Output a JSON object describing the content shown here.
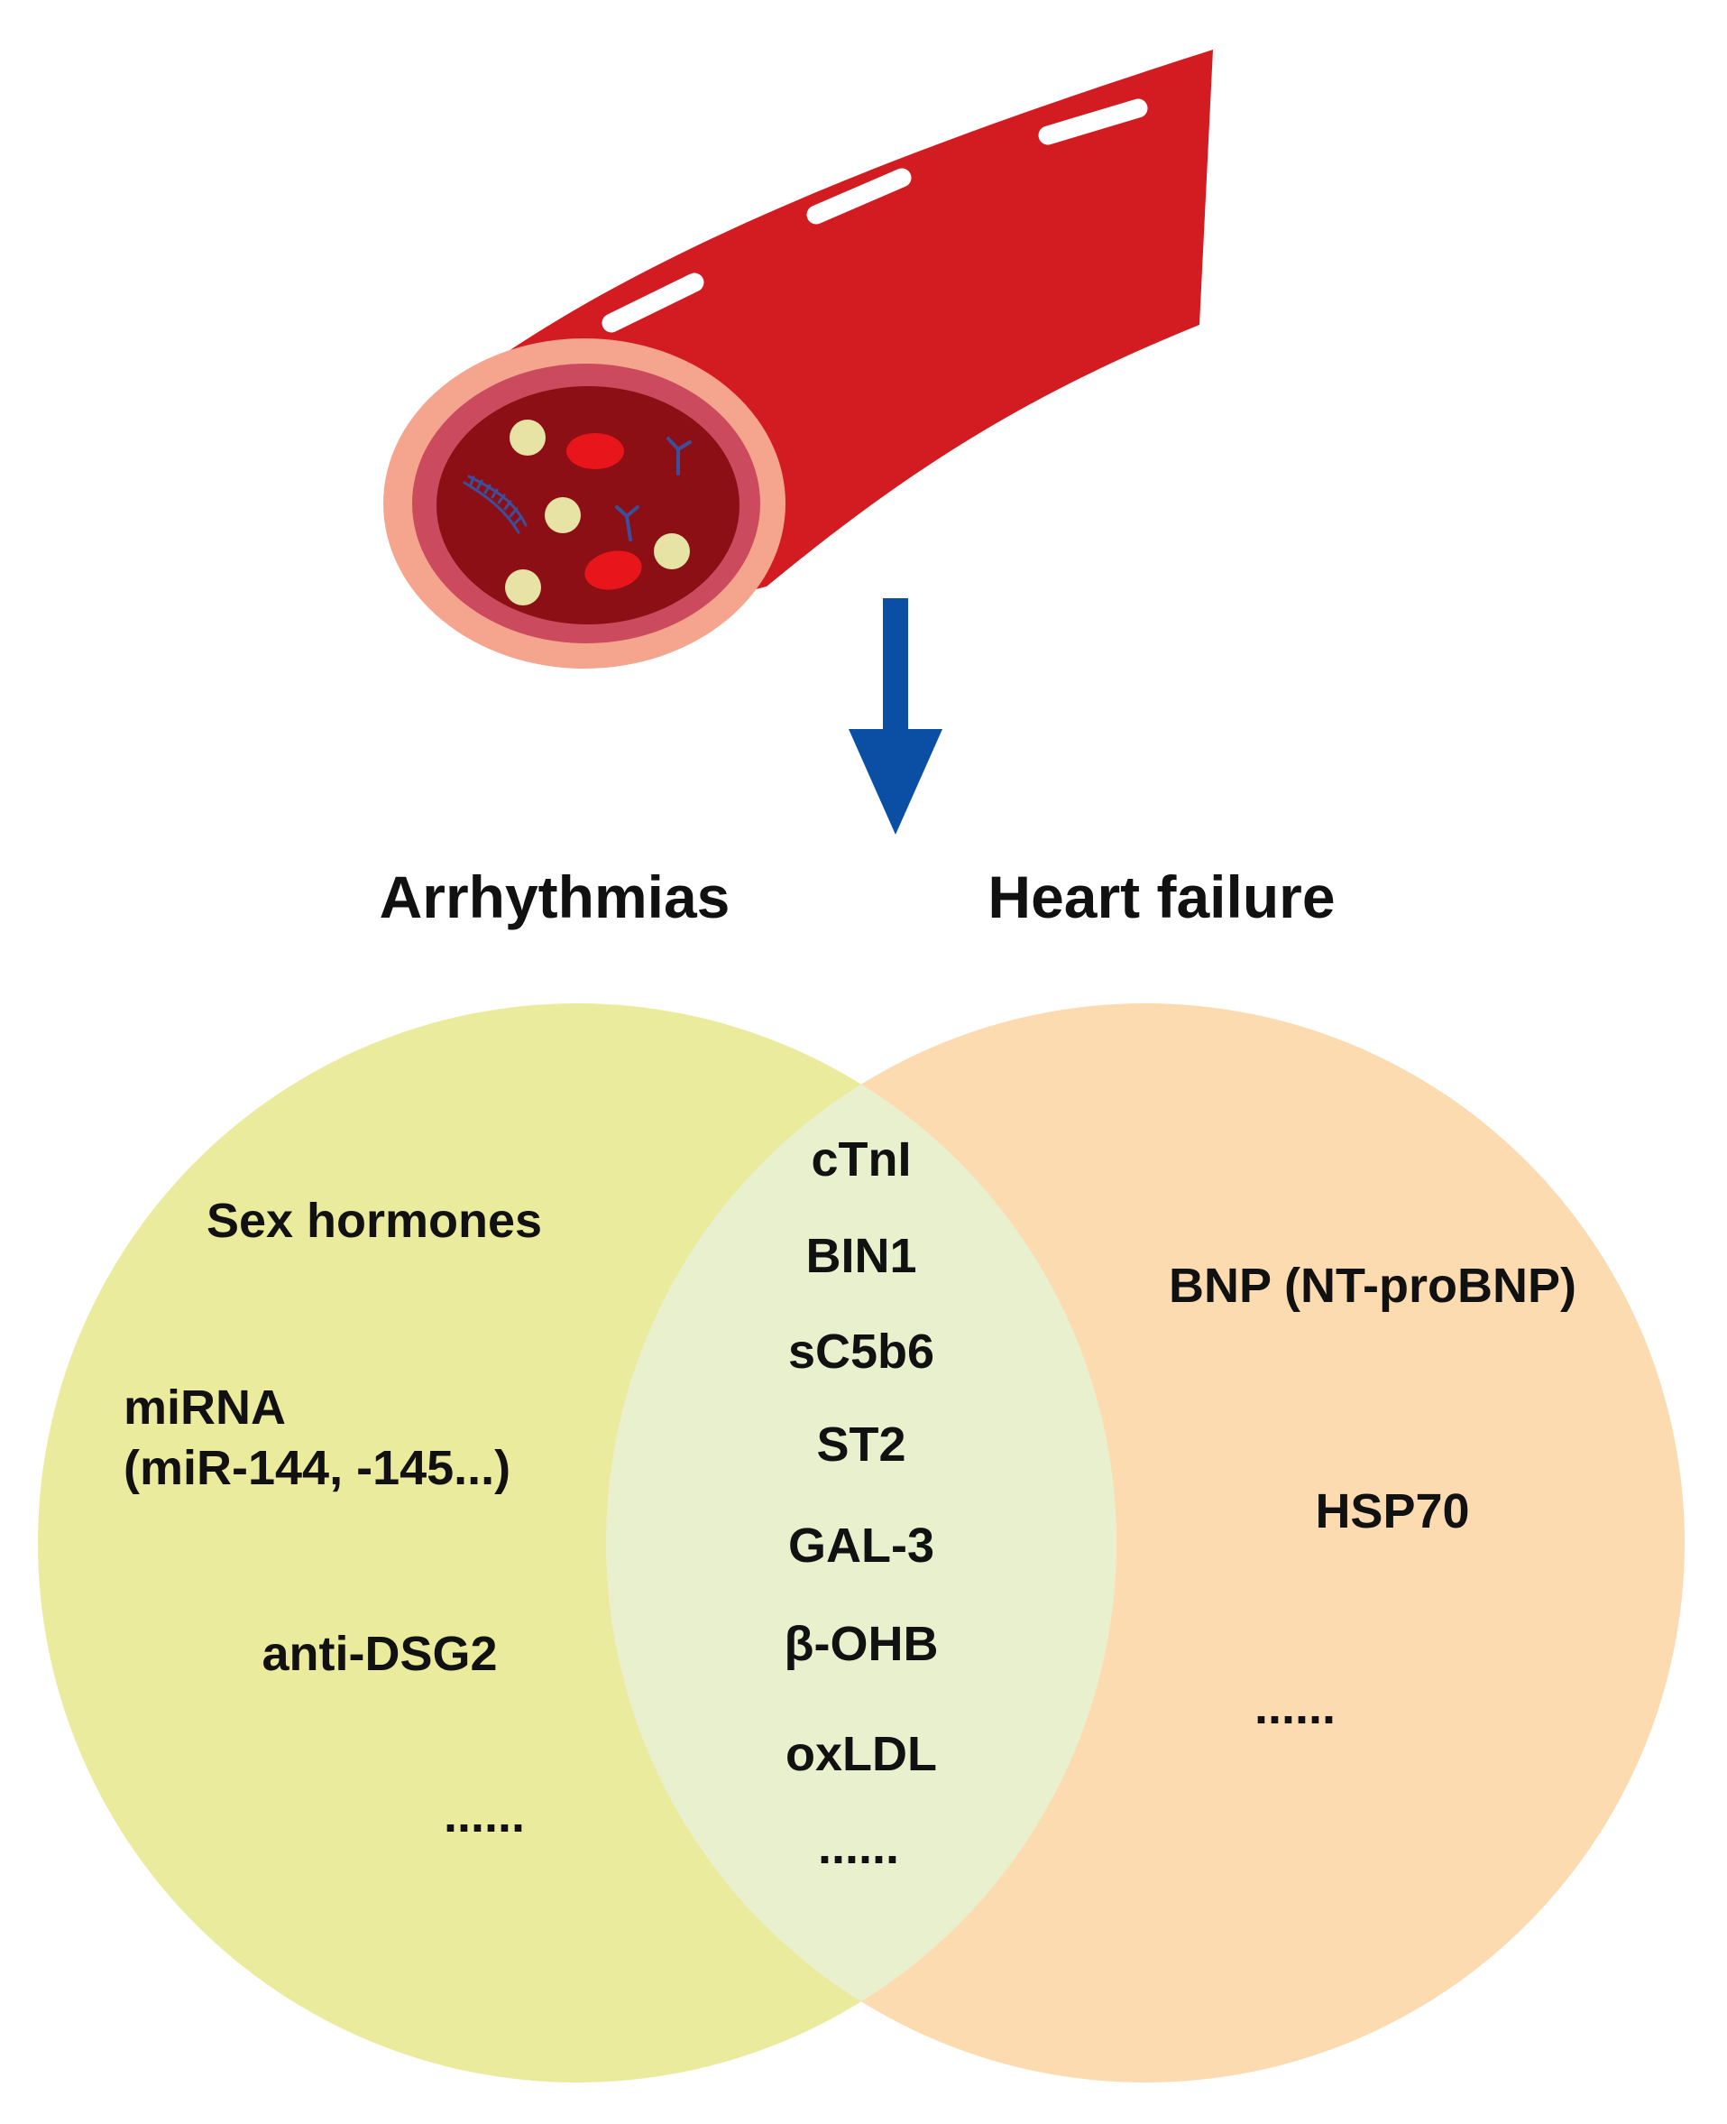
{
  "colors": {
    "vessel_outer": "#d21c21",
    "vessel_rim": "#f5a58e",
    "vessel_inner_ring": "#cb4a5e",
    "lumen": "#8c0f15",
    "red_cell": "#e8161b",
    "particle": "#e6e3a4",
    "antibody": "#3c4f9a",
    "arrow": "#0a4fa4",
    "circle_left": "#ebeb9e",
    "circle_right": "#fddbb1",
    "overlap": "#e9f0ce"
  },
  "icons": {
    "vessel": "blood-vessel-icon",
    "arrow": "arrow-down-icon"
  },
  "venn": {
    "left": {
      "title": "Arrhythmias",
      "items": [
        "Sex hormones",
        "miRNA",
        "(miR-144, -145...)",
        "anti-DSG2",
        "......"
      ]
    },
    "right": {
      "title": "Heart failure",
      "items": [
        "BNP (NT-proBNP)",
        "HSP70",
        "......"
      ]
    },
    "shared": {
      "items": [
        "cTnI",
        "BIN1",
        "sC5b6",
        "ST2",
        "GAL-3",
        "β-OHB",
        "oxLDL",
        "......"
      ]
    }
  }
}
